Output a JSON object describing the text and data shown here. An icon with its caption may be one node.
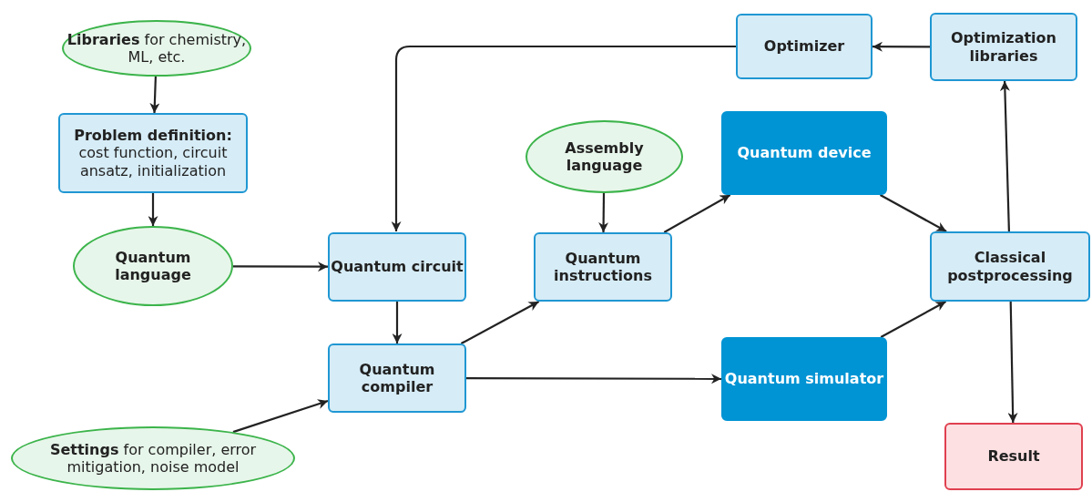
{
  "diagram": {
    "nodes": [
      {
        "text": [
          "**Libraries** for chemistry, ML, etc."
        ]
      },
      {
        "text": [
          "Problem definition:",
          "cost function, circuit ansatz, initialization"
        ]
      },
      {
        "text": [
          "Quantum language"
        ]
      },
      {
        "text": [
          "Quantum circuit"
        ]
      },
      {
        "text": [
          "Quantum compiler"
        ]
      },
      {
        "text": [
          "**Settings** for compiler, error mitigation, noise model"
        ]
      },
      {
        "text": [
          "Assembly language"
        ]
      },
      {
        "text": [
          "Quantum instructions"
        ]
      },
      {
        "text": [
          "Quantum device"
        ]
      },
      {
        "text": [
          "Quantum simulator"
        ]
      },
      {
        "text": [
          "Optimizer"
        ]
      },
      {
        "text": [
          "Optimization libraries"
        ]
      },
      {
        "text": [
          "Classical postprocessing"
        ]
      },
      {
        "text": [
          "Result"
        ]
      }
    ],
    "edges": [
      {
        "from": 0,
        "to": 1,
        "arrow": "to"
      },
      {
        "from": 1,
        "to": 2,
        "arrow": "to"
      },
      {
        "from": 2,
        "to": 3,
        "arrow": "to"
      },
      {
        "from": 3,
        "to": 4,
        "arrow": "to"
      },
      {
        "from": 5,
        "to": 4,
        "arrow": "to"
      },
      {
        "from": 4,
        "to": 7,
        "arrow": "to"
      },
      {
        "from": 4,
        "to": 9,
        "arrow": "to"
      },
      {
        "from": 6,
        "to": 7,
        "arrow": "to"
      },
      {
        "from": 7,
        "to": 8,
        "arrow": "to"
      },
      {
        "from": 8,
        "to": 12,
        "arrow": "to"
      },
      {
        "from": 9,
        "to": 12,
        "arrow": "to"
      },
      {
        "from": 12,
        "to": 11,
        "arrow": "to"
      },
      {
        "from": 11,
        "to": 10,
        "arrow": "to"
      },
      {
        "from": 10,
        "to": 3,
        "arrow": "to"
      },
      {
        "from": 12,
        "to": 13,
        "arrow": "to"
      }
    ]
  }
}
